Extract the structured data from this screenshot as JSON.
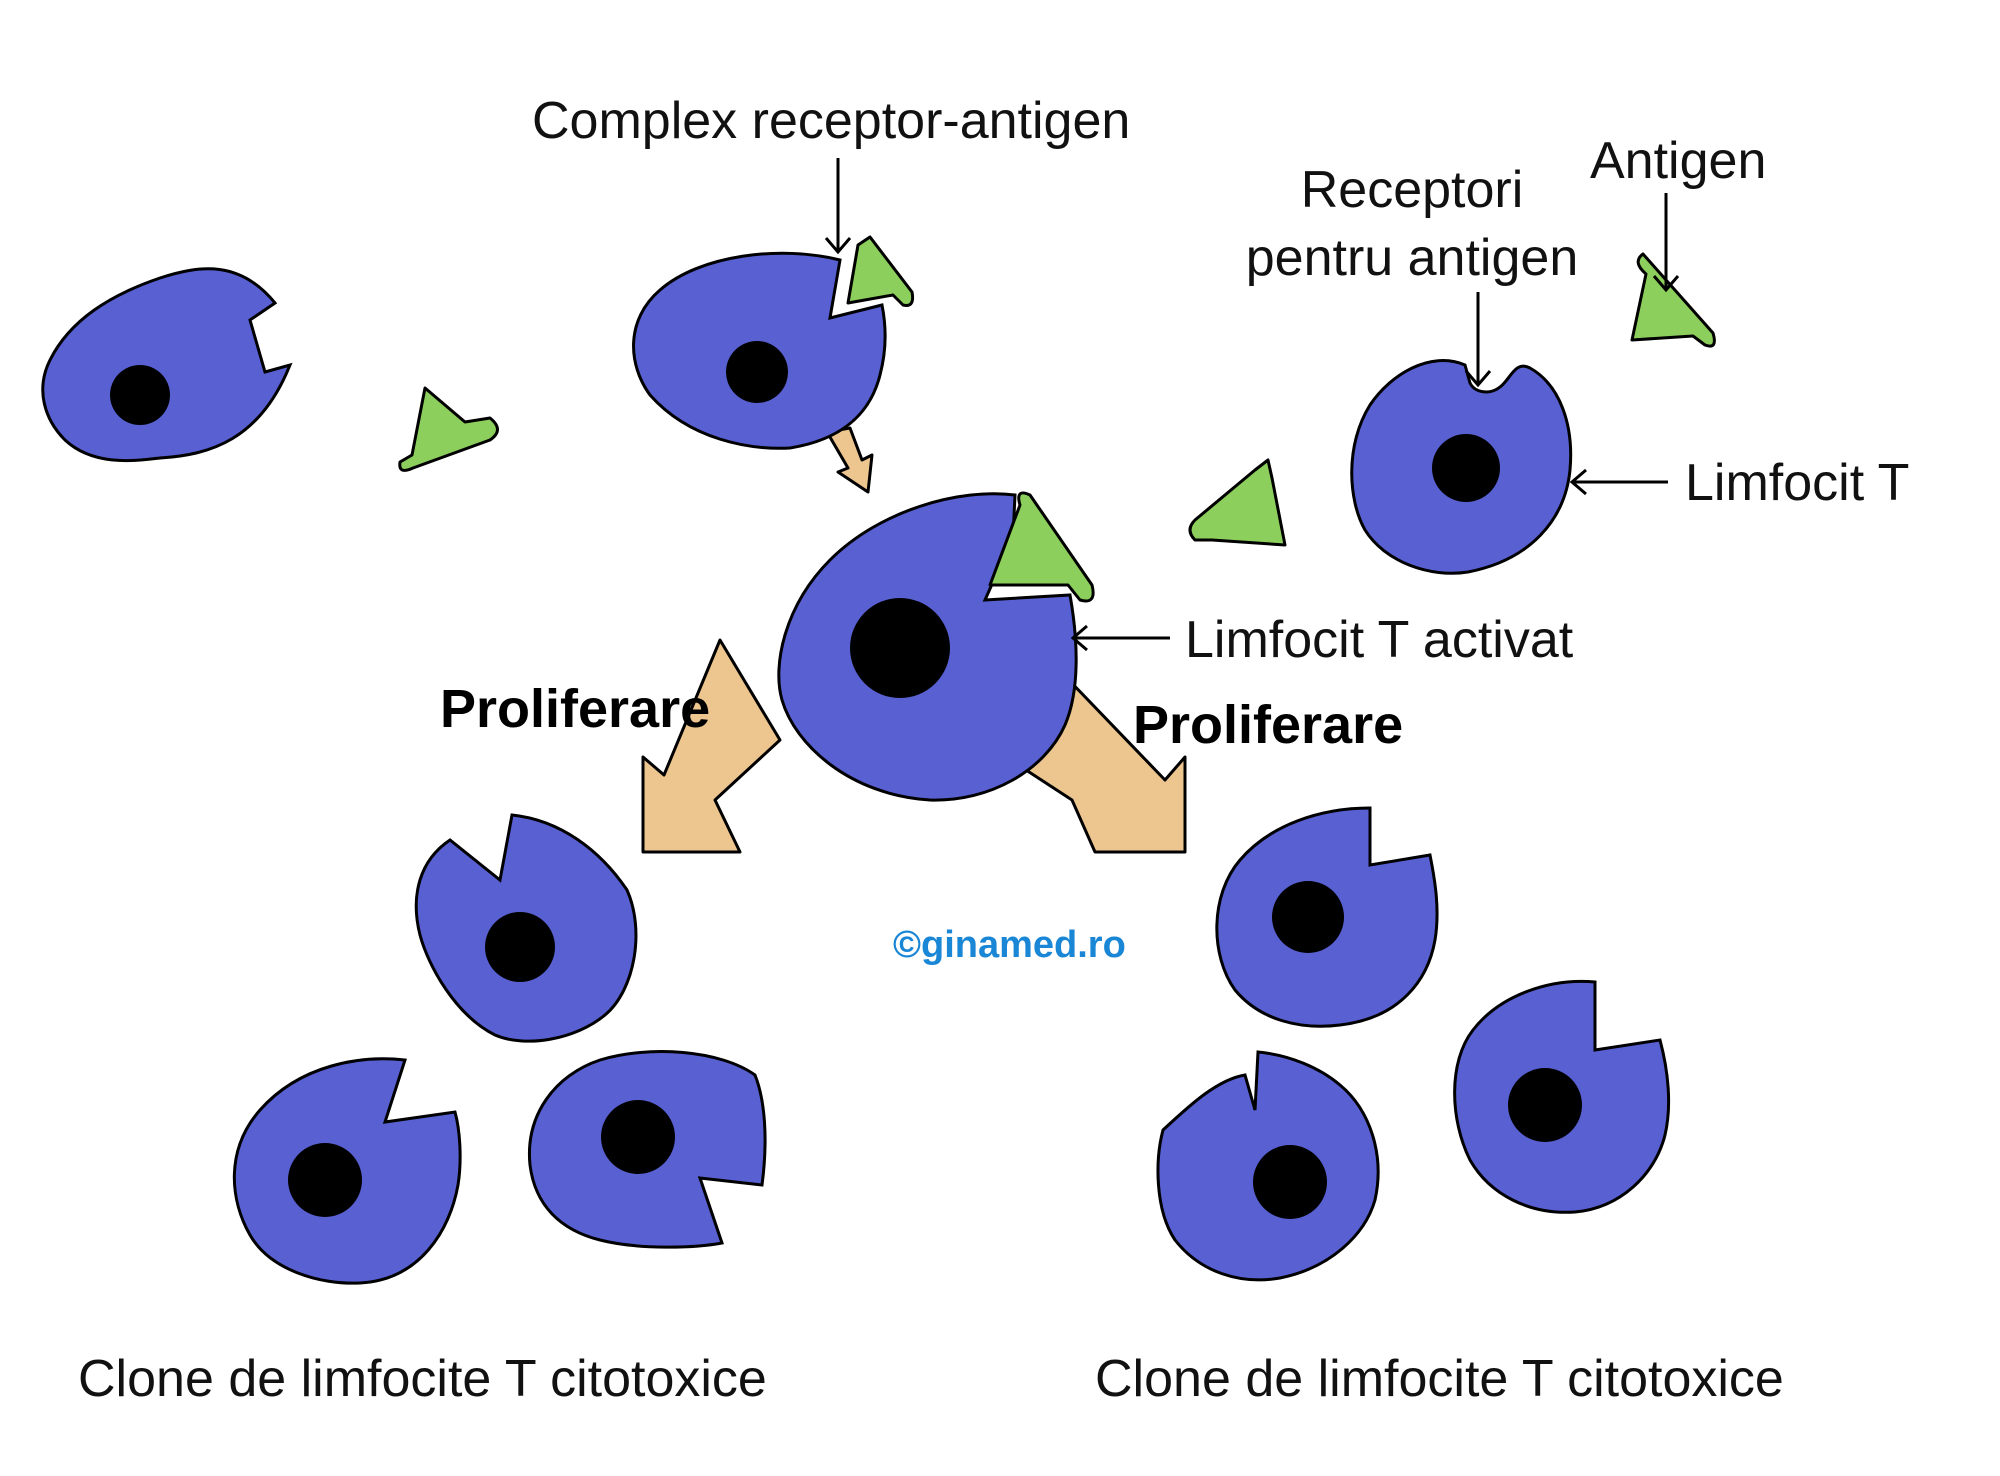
{
  "labels": {
    "complex": "Complex receptor-antigen",
    "receptori_line1": "Receptori",
    "receptori_line2": "pentru antigen",
    "antigen": "Antigen",
    "limfocit_t": "Limfocit T",
    "limfocit_t_activat": "Limfocit T activat",
    "proliferare_left": "Proliferare",
    "proliferare_right": "Proliferare",
    "clone_left": "Clone de limfocite T citotoxice",
    "clone_right": "Clone de limfocite T citotoxice"
  },
  "credit": "©ginamed.ro",
  "colors": {
    "cell_fill": "#5860d2",
    "nucleus": "#000000",
    "antigen_fill": "#8ccf5c",
    "arrow_fill": "#edc68f",
    "credit_color": "#1a86d6",
    "text": "#111111"
  }
}
